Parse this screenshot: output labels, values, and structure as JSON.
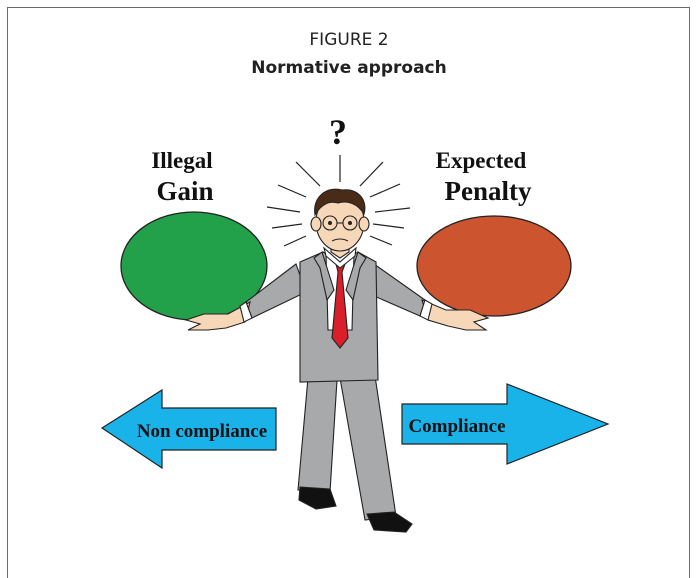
{
  "figure": {
    "label": "FIGURE 2",
    "title": "Normative approach"
  },
  "question_mark": "?",
  "left": {
    "line1": "Illegal",
    "line2": "Gain",
    "arrow_label": "Non compliance",
    "ellipse_color": "#22a14a"
  },
  "right": {
    "line1": "Expected",
    "line2": "Penalty",
    "arrow_label": "Compliance",
    "ellipse_color": "#cc5530"
  },
  "colors": {
    "arrow_fill": "#19b3ea",
    "suit": "#a7a9ab",
    "tie": "#d81f2a"
  }
}
